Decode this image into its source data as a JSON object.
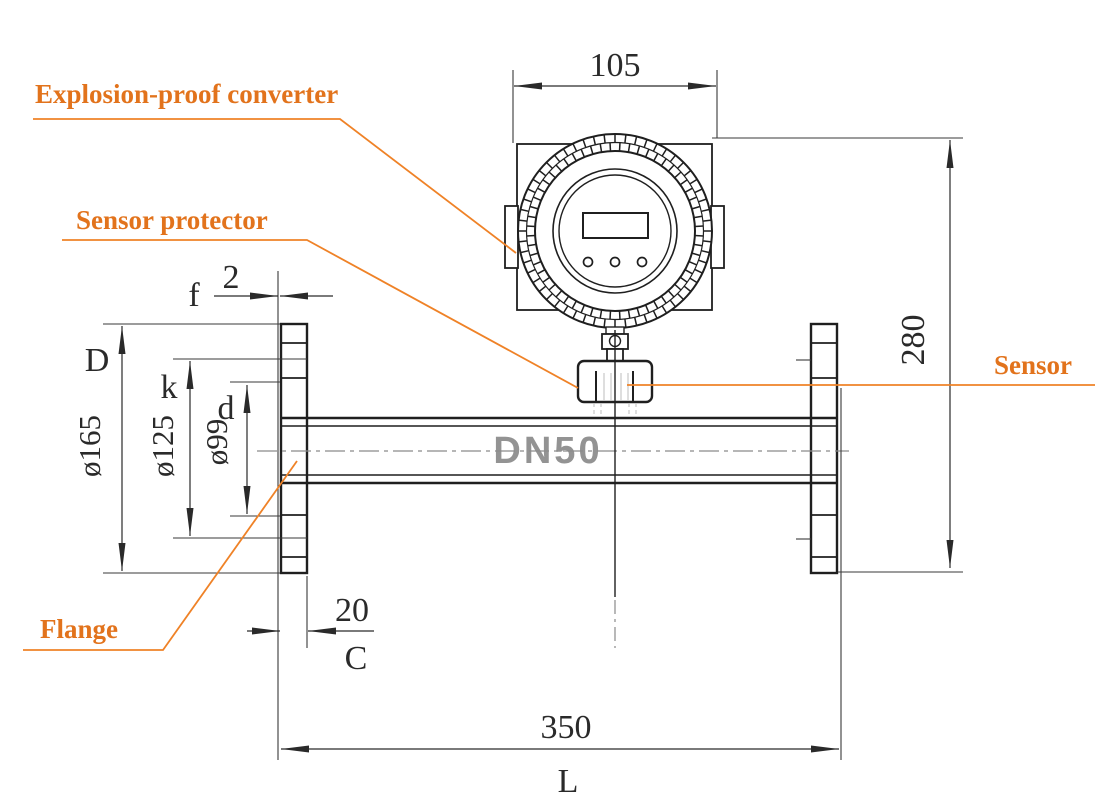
{
  "drawing": {
    "labels": {
      "explosion_proof_converter": "Explosion-proof converter",
      "sensor_protector": "Sensor protector",
      "sensor": "Sensor",
      "flange": "Flange"
    },
    "pipe_label": "DN50",
    "dimensions": {
      "converter_width": "105",
      "overall_height": "280",
      "flange_to_flange_length": "350",
      "length_symbol": "L",
      "flange_thickness": "20",
      "flange_thickness_symbol": "C",
      "raised_face_height": "2",
      "raised_face_symbol": "f",
      "outer_diameter_symbol": "D",
      "outer_diameter": "ø165",
      "bolt_circle_symbol": "k",
      "bolt_circle_diameter": "ø125",
      "raised_face_diameter_symbol": "d",
      "raised_face_diameter": "ø99"
    },
    "colors": {
      "accent_orange": "#e8761e",
      "line_dark": "#2a2a2a",
      "pipe_text_gray": "#939393"
    }
  }
}
